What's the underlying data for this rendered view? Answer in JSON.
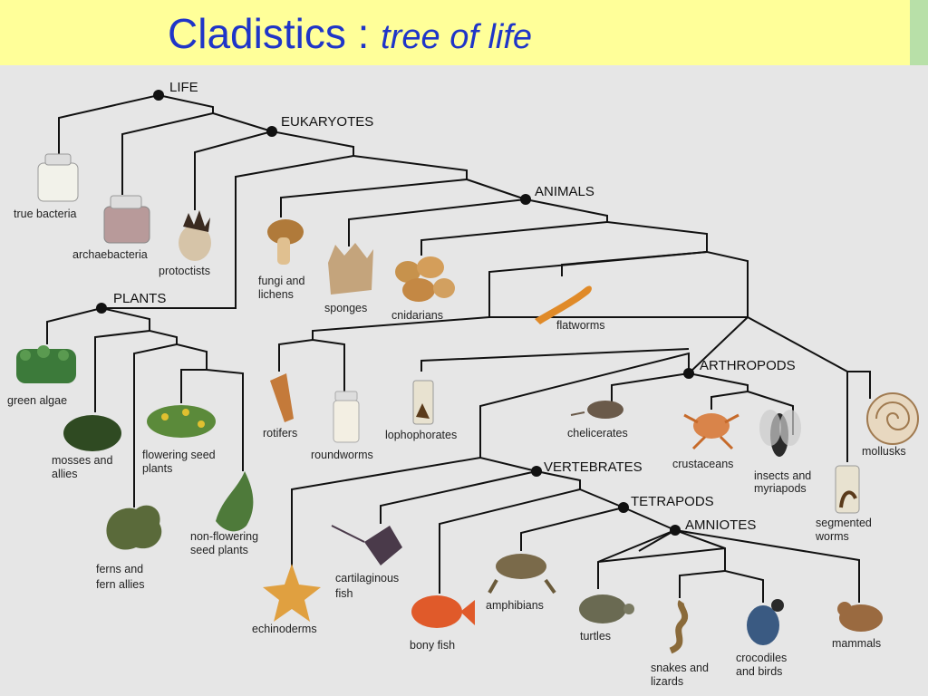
{
  "title": {
    "main": "Cladistics :",
    "sub": "tree of life"
  },
  "groups": {
    "life": "LIFE",
    "eukaryotes": "EUKARYOTES",
    "animals": "ANIMALS",
    "plants": "PLANTS",
    "arthropods": "ARTHROPODS",
    "vertebrates": "VERTEBRATES",
    "tetrapods": "TETRAPODS",
    "amniotes": "AMNIOTES"
  },
  "leaves": {
    "true_bacteria": "true bacteria",
    "archaebacteria": "archaebacteria",
    "protoctists": "protoctists",
    "fungi_1": "fungi and",
    "fungi_2": "lichens",
    "sponges": "sponges",
    "cnidarians": "cnidarians",
    "flatworms": "flatworms",
    "green_algae": "green algae",
    "mosses_1": "mosses and",
    "mosses_2": "allies",
    "flowering_1": "flowering seed",
    "flowering_2": "plants",
    "ferns_1": "ferns and",
    "ferns_2": "fern allies",
    "nonflowering_1": "non-flowering",
    "nonflowering_2": "seed plants",
    "rotifers": "rotifers",
    "roundworms": "roundworms",
    "lophophorates": "lophophorates",
    "chelicerates": "chelicerates",
    "crustaceans": "crustaceans",
    "insects_1": "insects and",
    "insects_2": "myriapods",
    "mollusks": "mollusks",
    "segmented_1": "segmented",
    "segmented_2": "worms",
    "echinoderms": "echinoderms",
    "cartilaginous_1": "cartilaginous",
    "cartilaginous_2": "fish",
    "bony_fish": "bony fish",
    "amphibians": "amphibians",
    "turtles": "turtles",
    "snakes_1": "snakes and",
    "snakes_2": "lizards",
    "crocodiles_1": "crocodiles",
    "crocodiles_2": "and birds",
    "mammals": "mammals"
  }
}
